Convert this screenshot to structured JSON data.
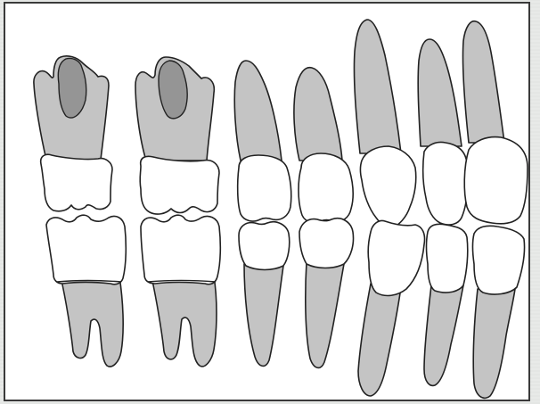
{
  "figure": {
    "subject": "lateral-view-of-maxillary-and-mandibular-teeth-in-occlusion",
    "colors": {
      "background": "#ffffff",
      "root_fill": "#c4c4c4",
      "pulp_fill": "#959595",
      "crown_fill": "#ffffff",
      "outline": "#222222",
      "frame": "#3a3a3a"
    },
    "teeth": {
      "maxillary": [
        "second-molar",
        "first-molar",
        "second-premolar",
        "first-premolar",
        "canine",
        "lateral-incisor",
        "central-incisor"
      ],
      "mandibular": [
        "second-molar",
        "first-molar",
        "second-premolar",
        "first-premolar",
        "canine",
        "lateral-incisor",
        "central-incisor"
      ]
    }
  }
}
